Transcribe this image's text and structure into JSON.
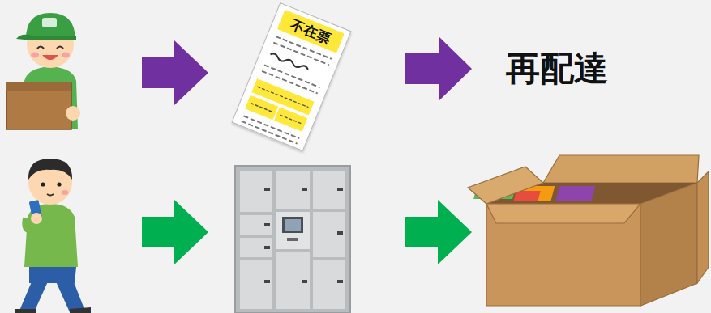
{
  "diagram": {
    "nodes": [
      {
        "text": [
          "不在票"
        ]
      },
      {
        "text": [
          "再配達"
        ]
      }
    ],
    "edges": [
      {
        "from": 0,
        "to": 1,
        "arrow": "to"
      }
    ]
  }
}
